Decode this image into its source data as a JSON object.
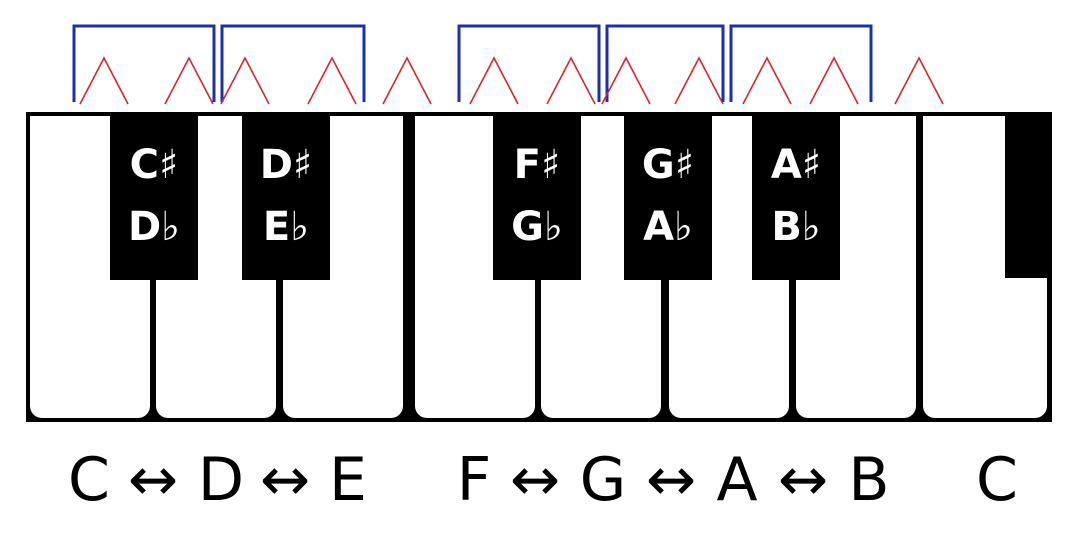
{
  "diagram": {
    "colors": {
      "whole_step_bracket": "#1c2fb0",
      "half_step_arch": "#d9262c",
      "key_black": "#000000",
      "key_white": "#ffffff"
    },
    "black_keys": [
      {
        "sharp": "C♯",
        "flat": "D♭"
      },
      {
        "sharp": "D♯",
        "flat": "E♭"
      },
      {
        "sharp": "F♯",
        "flat": "G♭"
      },
      {
        "sharp": "G♯",
        "flat": "A♭"
      },
      {
        "sharp": "A♯",
        "flat": "B♭"
      },
      {
        "sharp": "",
        "flat": ""
      }
    ],
    "note_labels": [
      "C",
      "↔",
      "D",
      "↔",
      "E",
      "F",
      "↔",
      "G",
      "↔",
      "A",
      "↔",
      "B",
      "C"
    ]
  }
}
